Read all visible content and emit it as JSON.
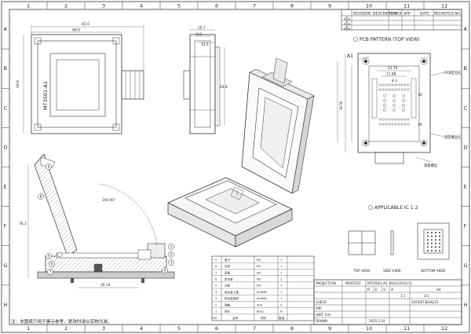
{
  "grid": {
    "columns": [
      "1",
      "2",
      "3",
      "4",
      "5",
      "6",
      "7",
      "8",
      "9",
      "10",
      "11",
      "12"
    ],
    "rows": [
      "A",
      "B",
      "C",
      "D",
      "E",
      "F",
      "G",
      "H"
    ]
  },
  "revision_table": {
    "headers": [
      "REVISION",
      "DESCRIPTION",
      "CHECK",
      "APP",
      "DATE",
      "REV.NOTICE NO."
    ],
    "rows": [
      "1",
      "2",
      "3"
    ]
  },
  "top_view": {
    "width_outer": "65.6",
    "width_inner": "68.0",
    "height": "49.6",
    "part_label": "MT3501-A1"
  },
  "side_view": {
    "dim_top": "20.7",
    "dim_2": "9.6",
    "dim_3": "14.5",
    "dim_right": "24.8"
  },
  "pcb_pattern": {
    "title": "PCB PATTERN (TOP VIEW)",
    "pin_a1": "A1",
    "dims": [
      "23.76",
      "11.88",
      "8.3",
      "19",
      "19",
      "30.50"
    ],
    "notes": [
      "PCB定位孔",
      "固定螺丝孔",
      "锁紧螺丝"
    ]
  },
  "applicable_ic": {
    "label": "APPLICABLE IC 1:2",
    "views": [
      "TOP VIEW",
      "SIDE VIEW",
      "BOTTOM VIEW"
    ]
  },
  "open_view": {
    "angle": "100.00°",
    "height": "78.3",
    "width": "35.14",
    "balloons": [
      "1",
      "2",
      "3",
      "4",
      "5",
      "6",
      "7",
      "8",
      "9"
    ]
  },
  "bom": {
    "headers": [
      "NO.",
      "名称",
      "材料",
      "数量"
    ],
    "rows": [
      {
        "no": "9",
        "name": "盖子",
        "material": "PEI",
        "qty": "1"
      },
      {
        "no": "8",
        "name": "压块",
        "material": "PEI",
        "qty": "1"
      },
      {
        "no": "7",
        "name": "底座",
        "material": "PEI",
        "qty": "1"
      },
      {
        "no": "6",
        "name": "定位板",
        "material": "PEI",
        "qty": "1"
      },
      {
        "no": "5",
        "name": "压板",
        "material": "PEI",
        "qty": "1"
      },
      {
        "no": "4",
        "name": "铝合金上盖",
        "material": "AL6061",
        "qty": "1"
      },
      {
        "no": "3",
        "name": "铝合金底座",
        "material": "AL6061",
        "qty": "1"
      },
      {
        "no": "2",
        "name": "弹簧",
        "material": "SUS",
        "qty": "2"
      },
      {
        "no": "1",
        "name": "探针",
        "material": "BeCu",
        "qty": "N"
      }
    ]
  },
  "title_block": {
    "projection": "PROJECTION",
    "company": "MOSTEST",
    "title": "MT3501-A1 BGA225(0.5)",
    "rev": [
      "R",
      "E",
      "V",
      "A"
    ],
    "scale": "1:1",
    "sheet": "1/1",
    "size": "A4",
    "dwg_no": "SOCKET-BGA225",
    "drawn": "DRAWN",
    "date": "2025.5.24",
    "fields": [
      "CHECK",
      "APP",
      "UNIT: mm"
    ]
  },
  "footer_note": "注：本图纸只用于展示参考，更改时请以实物为准。"
}
